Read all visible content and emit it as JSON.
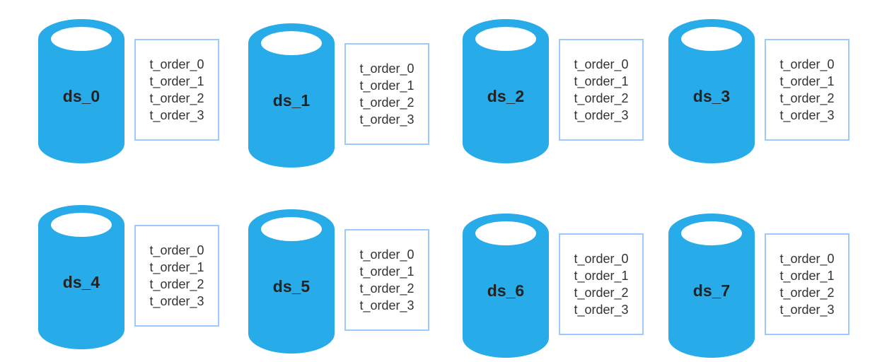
{
  "color": "#27abe9",
  "datasources": [
    {
      "name": "ds_0",
      "tables": [
        "t_order_0",
        "t_order_1",
        "t_order_2",
        "t_order_3"
      ]
    },
    {
      "name": "ds_1",
      "tables": [
        "t_order_0",
        "t_order_1",
        "t_order_2",
        "t_order_3"
      ]
    },
    {
      "name": "ds_2",
      "tables": [
        "t_order_0",
        "t_order_1",
        "t_order_2",
        "t_order_3"
      ]
    },
    {
      "name": "ds_3",
      "tables": [
        "t_order_0",
        "t_order_1",
        "t_order_2",
        "t_order_3"
      ]
    },
    {
      "name": "ds_4",
      "tables": [
        "t_order_0",
        "t_order_1",
        "t_order_2",
        "t_order_3"
      ]
    },
    {
      "name": "ds_5",
      "tables": [
        "t_order_0",
        "t_order_1",
        "t_order_2",
        "t_order_3"
      ]
    },
    {
      "name": "ds_6",
      "tables": [
        "t_order_0",
        "t_order_1",
        "t_order_2",
        "t_order_3"
      ]
    },
    {
      "name": "ds_7",
      "tables": [
        "t_order_0",
        "t_order_1",
        "t_order_2",
        "t_order_3"
      ]
    }
  ]
}
